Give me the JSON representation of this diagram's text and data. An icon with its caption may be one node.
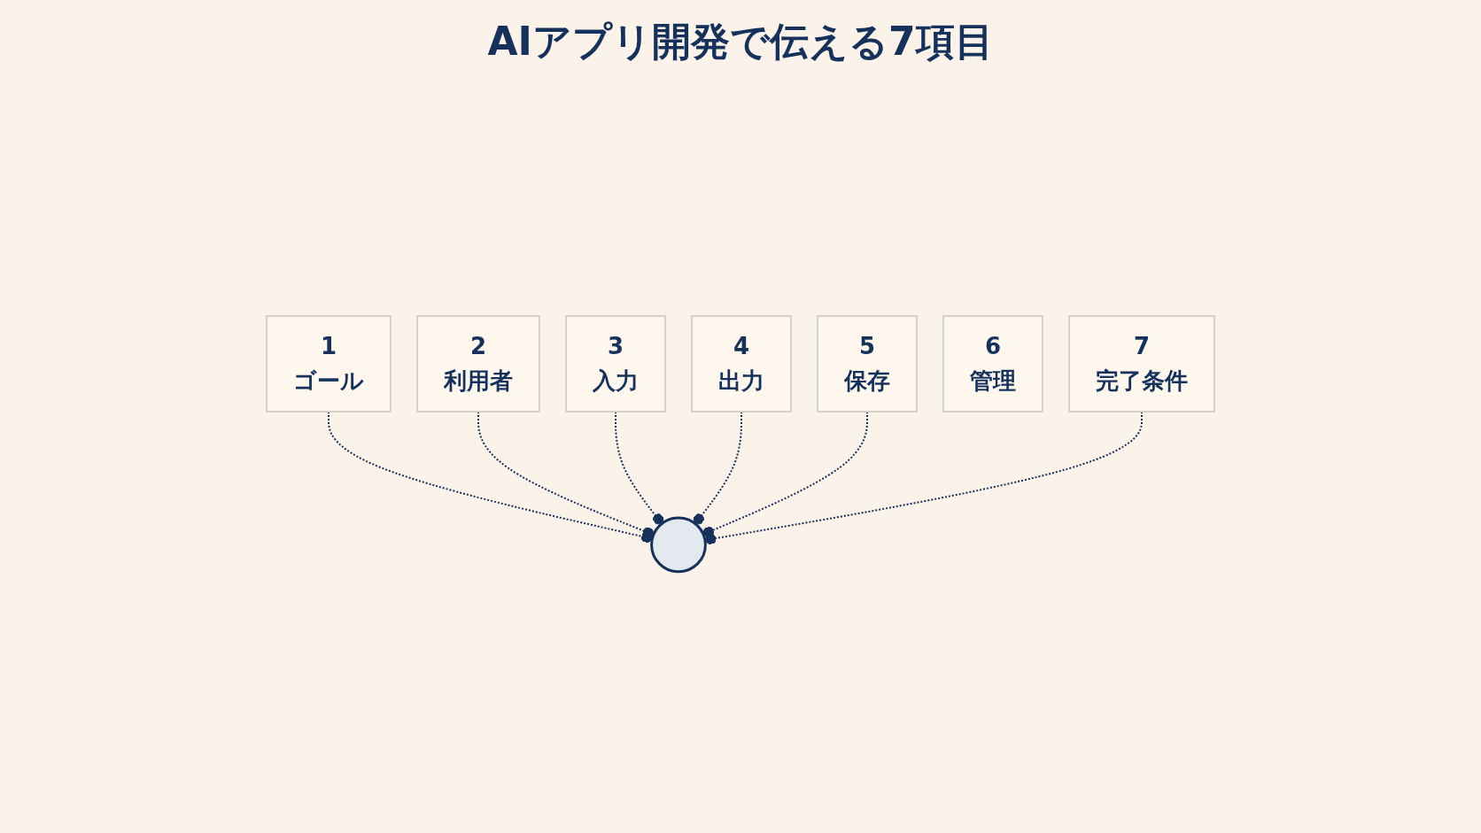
{
  "diagram": {
    "title": "AIアプリ開発で伝える7項目",
    "nodes": [
      {
        "text": [
          "1",
          "ゴール"
        ]
      },
      {
        "text": [
          "2",
          "利用者"
        ]
      },
      {
        "text": [
          "3",
          "入力"
        ]
      },
      {
        "text": [],
        "shape": "circle"
      },
      {
        "text": [
          "4",
          "出力"
        ]
      },
      {
        "text": [
          "5",
          "保存"
        ]
      },
      {
        "text": [
          "6",
          "管理"
        ]
      },
      {
        "text": [
          "7",
          "完了条件"
        ]
      }
    ],
    "edges": [
      {
        "from": 0,
        "to": 3,
        "arrow": "other",
        "style": "dashed"
      },
      {
        "from": 1,
        "to": 3,
        "arrow": "other",
        "style": "dashed"
      },
      {
        "from": 2,
        "to": 3,
        "arrow": "other",
        "style": "dashed"
      },
      {
        "from": 4,
        "to": 3,
        "arrow": "other",
        "style": "dashed"
      },
      {
        "from": 5,
        "to": 3,
        "arrow": "other",
        "style": "dashed"
      },
      {
        "from": 7,
        "to": 3,
        "arrow": "other",
        "style": "dashed"
      }
    ]
  }
}
